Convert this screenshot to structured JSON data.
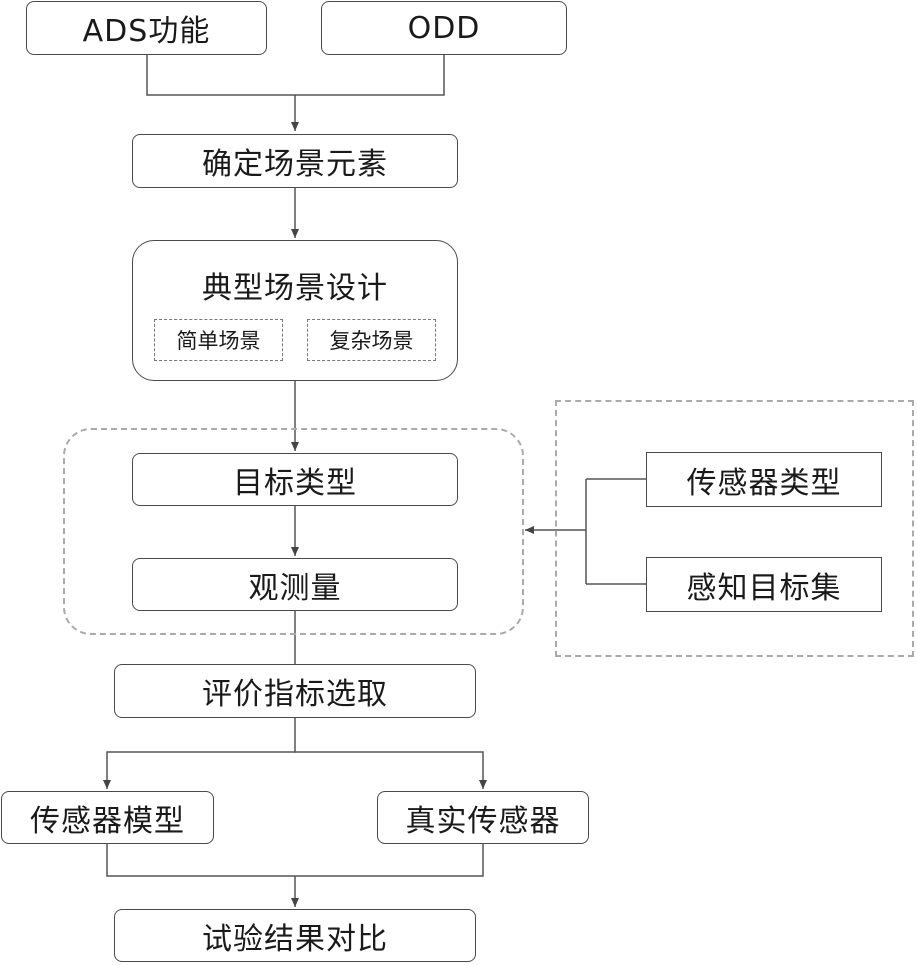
{
  "diagram": {
    "inputs": {
      "ads": "ADS功能",
      "odd": "ODD"
    },
    "steps": {
      "elements": "确定场景元素",
      "typical": "典型场景设计",
      "simple": "简单场景",
      "complex": "复杂场景",
      "target_type": "目标类型",
      "measurement": "观测量",
      "metric": "评价指标选取",
      "sensor_model": "传感器模型",
      "real_sensor": "真实传感器",
      "compare": "试验结果对比"
    },
    "side": {
      "sensor_type": "传感器类型",
      "target_set": "感知目标集"
    }
  }
}
